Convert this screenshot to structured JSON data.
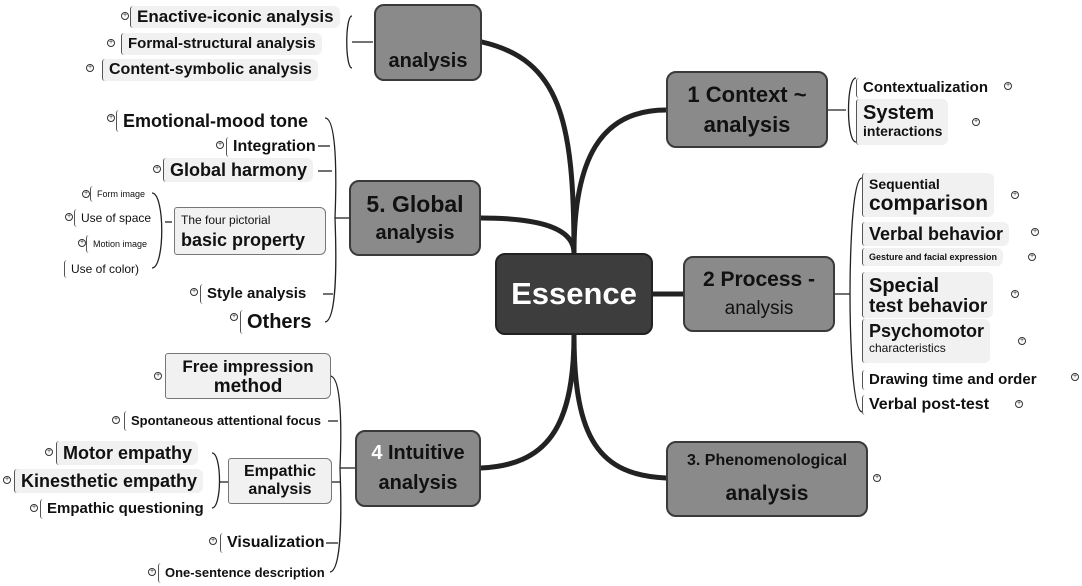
{
  "center": {
    "label": "Essence"
  },
  "branches": {
    "context": {
      "title_line1": "1 Context ~",
      "title_line2": "analysis",
      "children": [
        "Contextualization",
        "System",
        "interactions"
      ]
    },
    "process": {
      "title_line1": "2 Process -",
      "title_line2": "analysis",
      "children": {
        "sequential_1": "Sequential",
        "sequential_2": "comparison",
        "verbal_behavior": "Verbal behavior",
        "gesture": "Gesture and facial expression",
        "special_1": "Special",
        "special_2": "test behavior",
        "psychomotor_1": "Psychomotor",
        "psychomotor_2": "characteristics",
        "drawing_time": "Drawing time and order",
        "verbal_post": "Verbal post-test"
      }
    },
    "phenomenological": {
      "title_line1": "3. Phenomenological",
      "title_line2": "analysis"
    },
    "intuitive": {
      "title_num": "4",
      "title_line1": "Intuitive",
      "title_line2": "analysis",
      "children": {
        "free_1": "Free impression",
        "free_2": "method",
        "spontaneous": "Spontaneous attentional focus",
        "empathic_1": "Empathic",
        "empathic_2": "analysis",
        "motor": "Motor empathy",
        "kinesthetic": "Kinesthetic empathy",
        "questioning": "Empathic questioning",
        "visualization": "Visualization",
        "one_sentence": "One-sentence description"
      }
    },
    "global": {
      "title_line1": "5. Global",
      "title_line2": "analysis",
      "children": {
        "emotional": "Emotional-mood tone",
        "integration": "Integration",
        "harmony": "Global harmony",
        "pictorial_1": "The four pictorial",
        "pictorial_2": "basic property",
        "form_image": "Form image",
        "use_of_space": "Use of space",
        "motion_image": "Motion image",
        "use_of_color": "Use of color)",
        "style": "Style analysis",
        "others": "Others"
      }
    },
    "top": {
      "title": "analysis",
      "children": {
        "enactive": "Enactive-iconic analysis",
        "formal": "Formal-structural analysis",
        "content": "Content-symbolic analysis"
      }
    }
  },
  "colors": {
    "center": "#3d3d3d",
    "branch": "#8a8a8a",
    "leaf": "#f1f1f1",
    "line": "#222222"
  }
}
